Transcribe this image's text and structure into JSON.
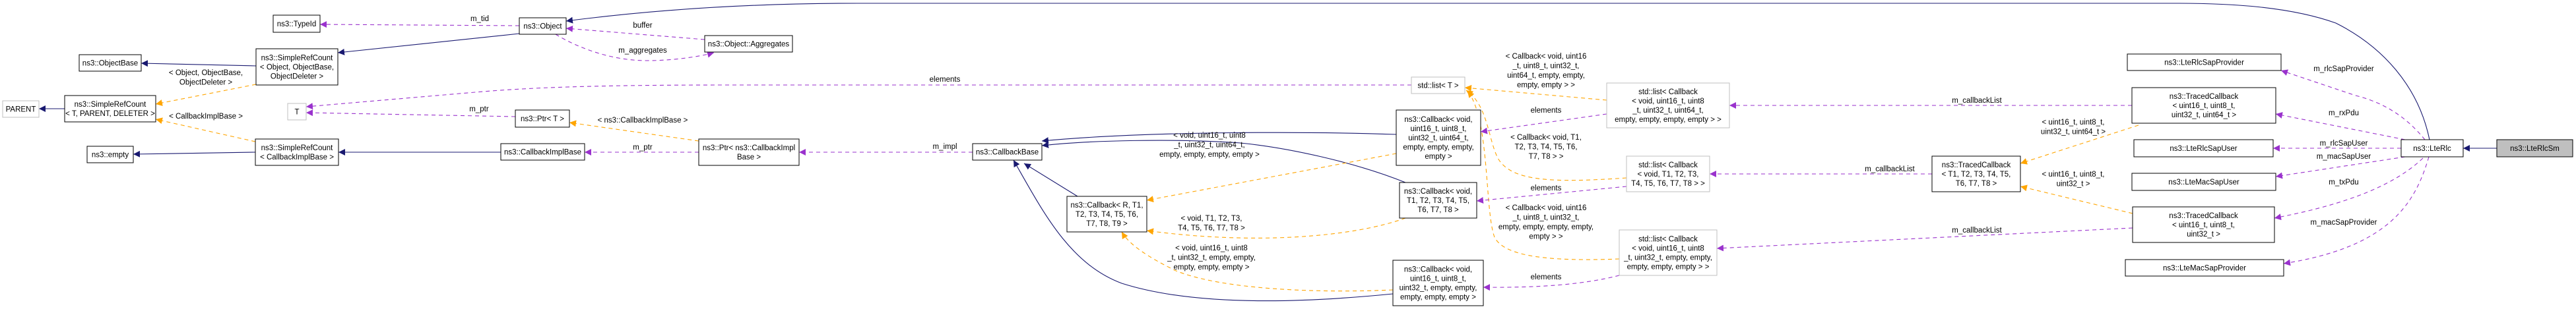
{
  "colors": {
    "inheritance": "#191970",
    "template": "#ffa500",
    "usage": "#9a32cd",
    "focus_fill": "#bfbfbf",
    "external_border": "#bfbfbf"
  },
  "nodes": {
    "parent": [
      "PARENT"
    ],
    "src_tpd": [
      "ns3::SimpleRefCount",
      "< T, PARENT, DELETER >"
    ],
    "objectbase": [
      "ns3::ObjectBase"
    ],
    "empty": [
      "ns3::empty"
    ],
    "typeid": [
      "ns3::TypeId"
    ],
    "src_object": [
      "ns3::SimpleRefCount",
      "< Object, ObjectBase,",
      "ObjectDeleter >"
    ],
    "t": [
      "T"
    ],
    "src_cib": [
      "ns3::SimpleRefCount",
      "< CallbackImplBase >"
    ],
    "object": [
      "ns3::Object"
    ],
    "aggregates": [
      "ns3::Object::Aggregates"
    ],
    "ptr_t": [
      "ns3::Ptr< T >"
    ],
    "callbackimplbase": [
      "ns3::CallbackImplBase"
    ],
    "ptr_cib": [
      "ns3::Ptr< ns3::CallbackImpl",
      "Base >"
    ],
    "callbackbase": [
      "ns3::CallbackBase"
    ],
    "callback_r": [
      "ns3::Callback< R, T1,",
      "T2, T3, T4, T5, T6,",
      "T7, T8, T9 >"
    ],
    "stdlist_t": [
      "std::list< T >"
    ],
    "callback_u64": [
      "ns3::Callback< void,",
      "uint16_t, uint8_t,",
      "uint32_t, uint64_t,",
      "empty, empty, empty,",
      "empty >"
    ],
    "callback_t8": [
      "ns3::Callback< void,",
      "T1, T2, T3, T4, T5,",
      "T6, T7, T8 >"
    ],
    "callback_u32": [
      "ns3::Callback< void,",
      "uint16_t, uint8_t,",
      "uint32_t, empty, empty,",
      "empty, empty, empty >"
    ],
    "stdlist_u64": [
      "std::list< Callback",
      "< void, uint16_t, uint8",
      "_t, uint32_t, uint64_t,",
      "empty, empty, empty, empty > >"
    ],
    "stdlist_t8": [
      "std::list< Callback",
      "< void, T1, T2, T3,",
      "T4, T5, T6, T7, T8 > >"
    ],
    "stdlist_u32": [
      "std::list< Callback",
      "< void, uint16_t, uint8",
      "_t, uint32_t, empty, empty,",
      "empty, empty, empty > >"
    ],
    "traced_t8": [
      "ns3::TracedCallback",
      "< T1, T2, T3, T4, T5,",
      "T6, T7, T8 >"
    ],
    "rlcsapprovider": [
      "ns3::LteRlcSapProvider"
    ],
    "traced_u64": [
      "ns3::TracedCallback",
      "< uint16_t, uint8_t,",
      "uint32_t, uint64_t >"
    ],
    "rlcsapuser": [
      "ns3::LteRlcSapUser"
    ],
    "macsapuser": [
      "ns3::LteMacSapUser"
    ],
    "traced_u32": [
      "ns3::TracedCallback",
      "< uint16_t, uint8_t,",
      "uint32_t >"
    ],
    "macsapprovider": [
      "ns3::LteMacSapProvider"
    ],
    "lterlc": [
      "ns3::LteRlc"
    ],
    "lterlcsm": [
      "ns3::LteRlcSm"
    ]
  },
  "edge_labels": {
    "src_object_tpl": [
      "< Object, ObjectBase,",
      "ObjectDeleter >"
    ],
    "src_cib_tpl": [
      "< CallbackImplBase >"
    ],
    "m_tid": [
      "m_tid"
    ],
    "buffer": [
      "buffer"
    ],
    "m_aggregates": [
      "m_aggregates"
    ],
    "m_ptr_t": [
      "m_ptr"
    ],
    "ptr_cib_tpl": [
      "< ns3::CallbackImplBase >"
    ],
    "m_ptr_cib": [
      "m_ptr"
    ],
    "elements_t": [
      "elements"
    ],
    "m_impl": [
      "m_impl"
    ],
    "cb_u64_tpl": [
      "< void, uint16_t, uint8",
      "_t, uint32_t, uint64_t,",
      "empty, empty, empty, empty >"
    ],
    "cb_t8_tpl": [
      "< void, T1, T2, T3,",
      "T4, T5, T6, T7, T8 >"
    ],
    "cb_u32_tpl": [
      "< void, uint16_t, uint8",
      "_t, uint32_t, empty, empty,",
      "empty, empty, empty >"
    ],
    "list_u64_tpl": [
      "< Callback< void, uint16",
      "_t, uint8_t, uint32_t,",
      "uint64_t, empty, empty,",
      "empty, empty > >"
    ],
    "elements_u64": [
      "elements"
    ],
    "list_t8_tpl": [
      "< Callback< void, T1,",
      "T2, T3, T4, T5, T6,",
      "T7, T8 > >"
    ],
    "elements_t8": [
      "elements"
    ],
    "list_u32_tpl": [
      "< Callback< void, uint16",
      "_t, uint8_t, uint32_t,",
      "empty, empty, empty, empty,",
      "empty > >"
    ],
    "elements_u32": [
      "elements"
    ],
    "callbacklist_u64": [
      "m_callbackList"
    ],
    "callbacklist_t8": [
      "m_callbackList"
    ],
    "callbacklist_u32": [
      "m_callbackList"
    ],
    "traced_u64_tpl": [
      "< uint16_t, uint8_t,",
      "uint32_t, uint64_t >"
    ],
    "traced_u32_tpl": [
      "< uint16_t, uint8_t,",
      "uint32_t >"
    ],
    "m_rlcSapProvider": [
      "m_rlcSapProvider"
    ],
    "m_rxPdu": [
      "m_rxPdu"
    ],
    "m_rlcSapUser": [
      "m_rlcSapUser"
    ],
    "m_macSapUser": [
      "m_macSapUser"
    ],
    "m_txPdu": [
      "m_txPdu"
    ],
    "m_macSapProvider": [
      "m_macSapProvider"
    ]
  }
}
